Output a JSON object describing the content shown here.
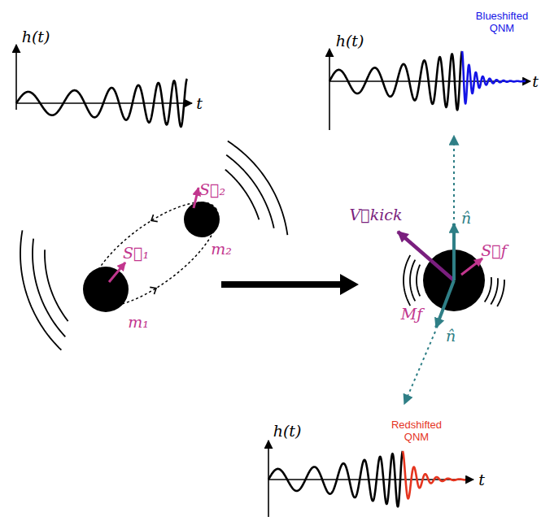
{
  "diagram": {
    "nodes": [
      {
        "text": [
          "m₂"
        ]
      },
      {
        "text": [
          "m₁"
        ]
      },
      {
        "text": [
          "Mƒ"
        ]
      }
    ],
    "labels": [
      "h(t)",
      "t",
      "h(t)",
      "t",
      "Blueshifted QNM",
      "S⃗₂",
      "S⃗₁",
      "V⃗kick",
      "n̂",
      "S⃗f",
      "n̂",
      "h(t)",
      "Redshifted QNM",
      "t"
    ]
  }
}
